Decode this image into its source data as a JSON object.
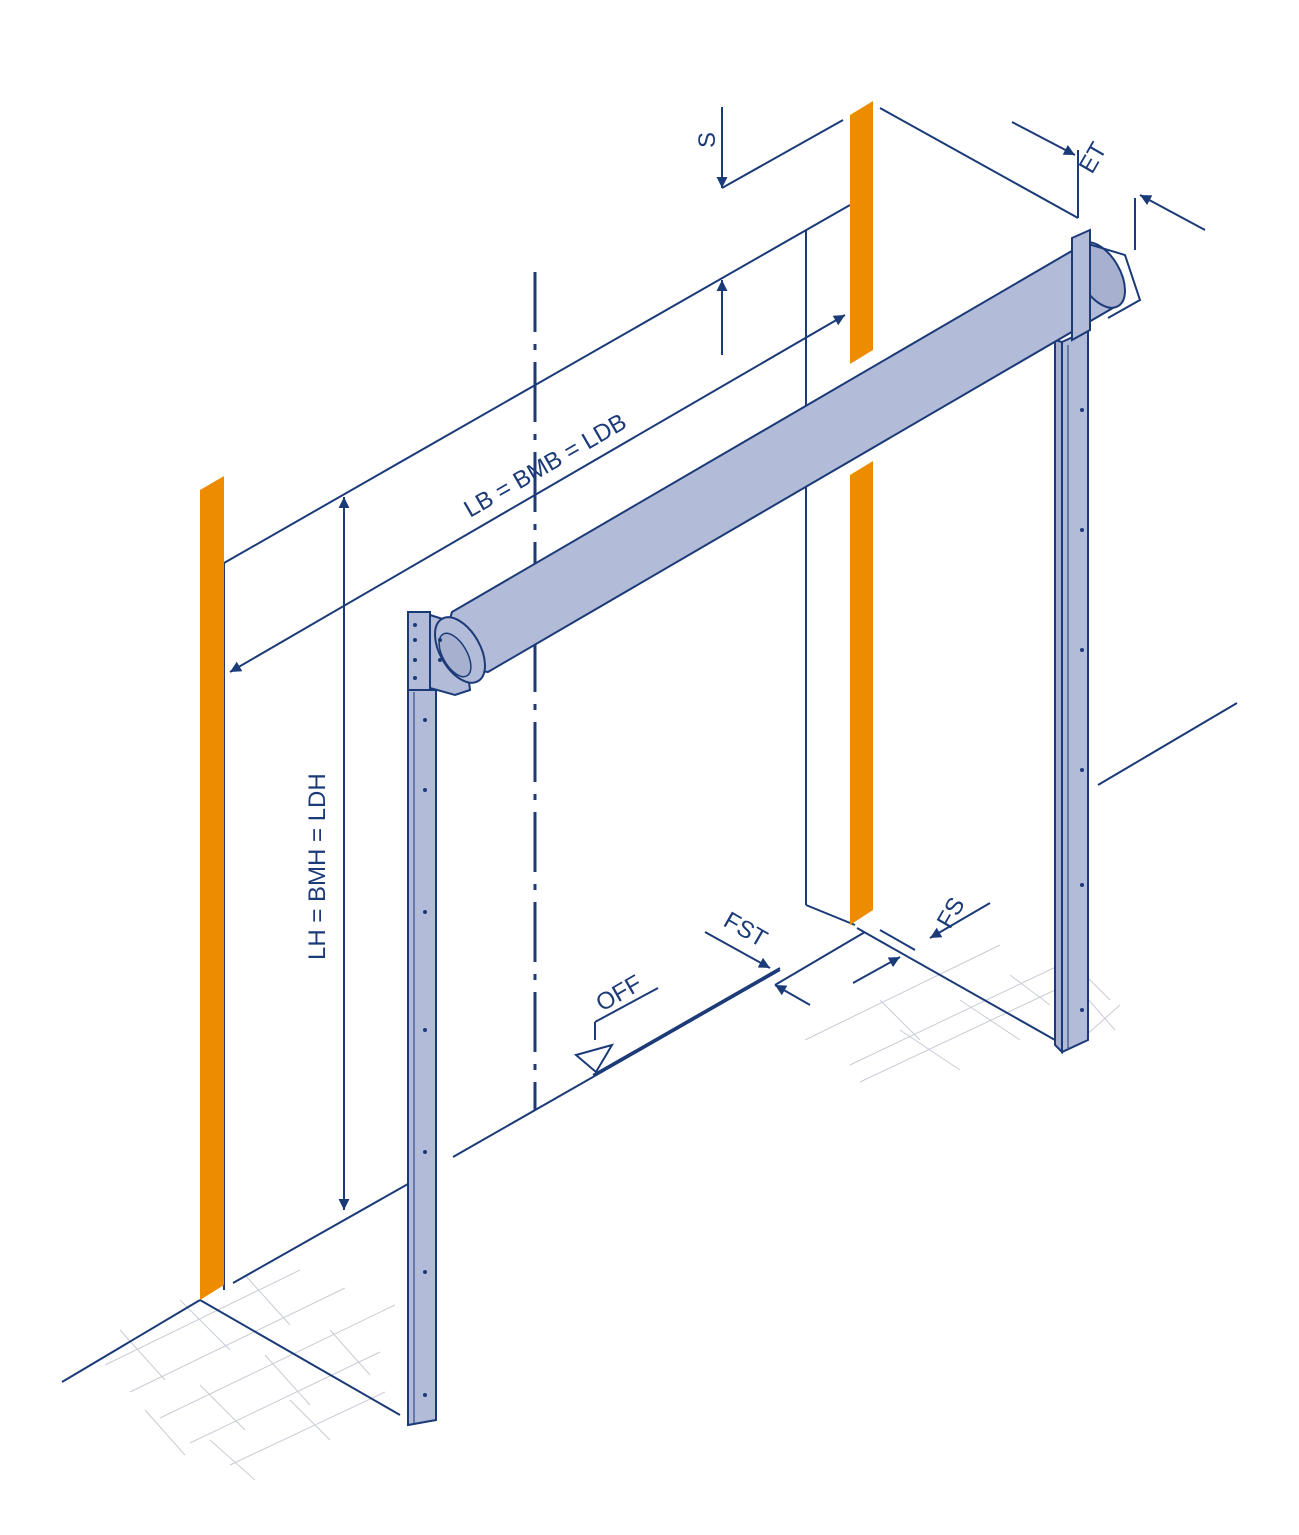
{
  "colors": {
    "line": "#1b3a78",
    "accent": "#ee8c00",
    "steel": "#b2bbd8",
    "hatch": "#c9ccd6",
    "background": "#ffffff"
  },
  "labels": {
    "width": "LB = BMB = LDB",
    "height": "LH = BMH = LDH",
    "lintel": "S",
    "installation_depth": "ET",
    "floor_level": "OFF",
    "frame_depth": "FST",
    "frame_width": "FS"
  },
  "icons": {
    "floor_marker": "floor-level-triangle-icon",
    "arrow": "dimension-arrow-icon"
  }
}
